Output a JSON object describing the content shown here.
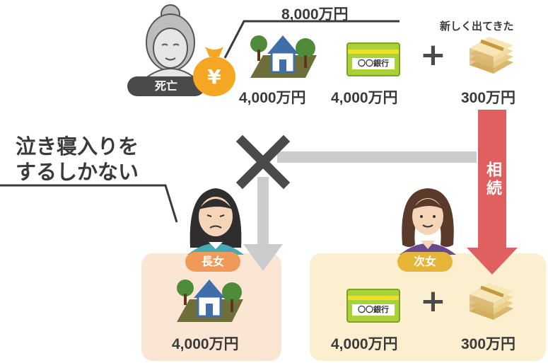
{
  "deceased": {
    "label": "死亡",
    "total": "8,000万円"
  },
  "assets": {
    "house_value": "4,000万円",
    "bank_value": "4,000万円",
    "bank_name": "〇〇銀行",
    "found_label": "新しく出てきた",
    "found_value": "300万円",
    "plus": "+"
  },
  "inheritance_label": "相続",
  "elder_daughter": {
    "label": "長女",
    "comment_line1": "泣き寝入りを",
    "comment_line2": "するしかない",
    "house_value": "4,000万円"
  },
  "younger_daughter": {
    "label": "次女",
    "bank_value": "4,000万円",
    "bank_name": "〇〇銀行",
    "cash_value": "300万円",
    "plus": "+"
  },
  "colors": {
    "panel_left": "#fbe6d4",
    "panel_right": "#fcefd0",
    "badge_left": "#f09a5a",
    "badge_right": "#e6b437",
    "deceased_badge": "#4a4a4a",
    "arrow_red": "#e06060",
    "arrow_gray": "#cccccc",
    "card_green": "#a8d13a",
    "house_blue": "#3f6ea8",
    "tree_green": "#4f8c3a"
  }
}
